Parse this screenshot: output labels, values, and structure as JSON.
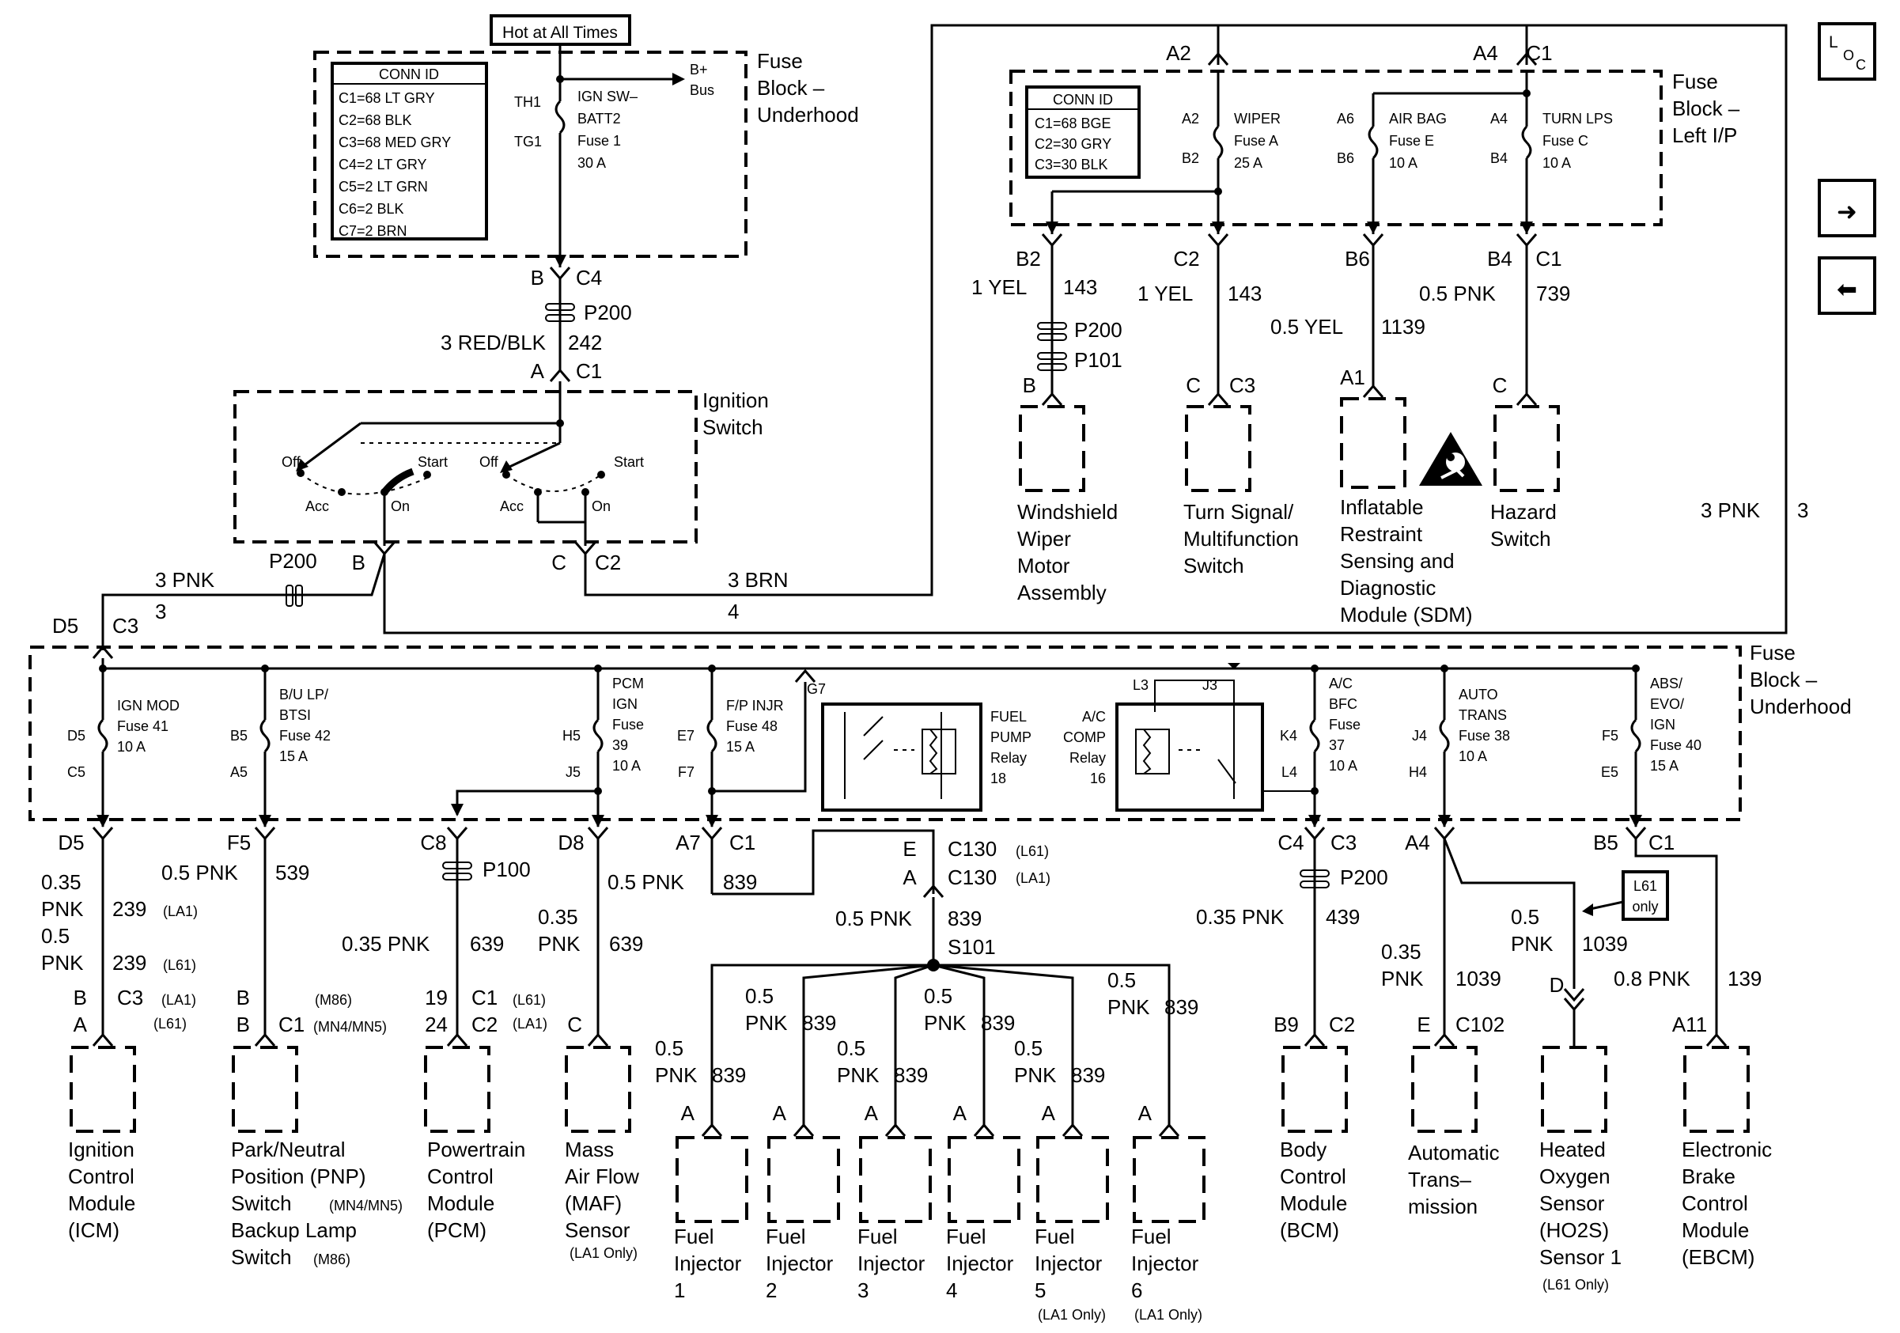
{
  "hot_label": "Hot at All Times",
  "fb_under_top": {
    "title": [
      "Fuse",
      "Block –",
      "Underhood"
    ],
    "conn_title": "CONN ID",
    "conn": [
      "C1=68 LT GRY",
      "C2=68 BLK",
      "C3=68 MED GRY",
      "C4=2 LT GRY",
      "C5=2 LT GRN",
      "C6=2 BLK",
      "C7=2 BRN"
    ],
    "th1": "TH1",
    "tg1": "TG1",
    "fuse": [
      "IGN SW–",
      "BATT2",
      "Fuse 1",
      "30 A"
    ],
    "bplus": [
      "B+",
      "Bus"
    ],
    "pin_b": "B",
    "conn_c4": "C4",
    "p200": "P200",
    "wire": "3 RED/BLK",
    "circuit": "242",
    "pin_a": "A",
    "conn_c1": "C1"
  },
  "ign_switch": {
    "title": [
      "Ignition",
      "Switch"
    ],
    "off": "Off",
    "start": "Start",
    "acc": "Acc",
    "on": "On",
    "pin_b": "B",
    "pin_c": "C",
    "conn_c2": "C2",
    "left_wire": "3 PNK",
    "left_circuit": "3",
    "p200": "P200",
    "brn_wire": "3 BRN",
    "brn_circuit": "4",
    "right_wire": "3 PNK",
    "right_circuit": "3"
  },
  "fb_ip": {
    "title": [
      "Fuse",
      "Block –",
      "Left I/P"
    ],
    "conn_title": "CONN ID",
    "conn": [
      "C1=68 BGE",
      "C2=30 GRY",
      "C3=30 BLK"
    ],
    "a2": "A2",
    "a4": "A4",
    "c1": "C1",
    "fuses": [
      {
        "top": "A2",
        "bottom": "B2",
        "lines": [
          "WIPER",
          "Fuse A",
          "25 A"
        ]
      },
      {
        "top": "A6",
        "bottom": "B6",
        "lines": [
          "AIR BAG",
          "Fuse E",
          "10 A"
        ]
      },
      {
        "top": "A4",
        "bottom": "B4",
        "lines": [
          "TURN LPS",
          "Fuse C",
          "10 A"
        ]
      }
    ]
  },
  "ip_loads": [
    {
      "pin": "B2",
      "wire": "1 YEL",
      "circuit": "143",
      "connectors": [
        "P200",
        "P101"
      ],
      "dpin": "B",
      "name": [
        "Windshield",
        "Wiper",
        "Motor",
        "Assembly"
      ]
    },
    {
      "pin": "C2",
      "wire": "1 YEL",
      "circuit": "143",
      "dpin": "C",
      "dconn": "C3",
      "name": [
        "Turn Signal/",
        "Multifunction",
        "Switch"
      ]
    },
    {
      "pin": "B6",
      "wire": "0.5 YEL",
      "circuit": "1139",
      "dpin": "A1",
      "name": [
        "Inflatable",
        "Restraint",
        "Sensing and",
        "Diagnostic",
        "Module (SDM)"
      ]
    },
    {
      "pin": "B4",
      "conn": "C1",
      "wire": "0.5 PNK",
      "circuit": "739",
      "dpin": "C",
      "name": [
        "Hazard",
        "Switch"
      ]
    }
  ],
  "fb_lower": {
    "title": [
      "Fuse",
      "Block –",
      "Underhood"
    ],
    "d5": "D5",
    "c3": "C3",
    "fuses": [
      {
        "top": "D5",
        "bottom": "C5",
        "lines": [
          "IGN MOD",
          "Fuse 41",
          "10 A"
        ]
      },
      {
        "top": "B5",
        "bottom": "A5",
        "lines": [
          "B/U LP/",
          "BTSI",
          "Fuse 42",
          "15 A"
        ]
      },
      {
        "top": "H5",
        "bottom": "J5",
        "lines": [
          "PCM",
          "IGN",
          "Fuse",
          "39",
          "10 A"
        ]
      },
      {
        "top": "E7",
        "bottom": "F7",
        "lines": [
          "F/P INJR",
          "Fuse 48",
          "15 A"
        ]
      },
      {
        "top": "K4",
        "bottom": "L4",
        "lines": [
          "A/C",
          "BFC",
          "Fuse",
          "37",
          "10 A"
        ]
      },
      {
        "top": "J4",
        "bottom": "H4",
        "lines": [
          "AUTO",
          "TRANS",
          "Fuse 38",
          "10 A"
        ]
      },
      {
        "top": "F5",
        "bottom": "E5",
        "lines": [
          "ABS/",
          "EVO/",
          "IGN",
          "Fuse 40",
          "15 A"
        ]
      }
    ],
    "fp_relay": {
      "pin": "G7",
      "lines": [
        "FUEL",
        "PUMP",
        "Relay",
        "18"
      ]
    },
    "ac_relay": {
      "pins": [
        "L3",
        "J3"
      ],
      "lines": [
        "A/C",
        "COMP",
        "Relay",
        "16"
      ]
    }
  },
  "lower_wires": {
    "icm": {
      "pin": "D5",
      "wire": [
        "0.35",
        "PNK",
        "0.5",
        "PNK"
      ],
      "circuit": [
        "239",
        "239"
      ],
      "opt": [
        "(LA1)",
        "(L61)"
      ],
      "dpins": [
        "B",
        "A"
      ],
      "dconn": "C3",
      "dopt": [
        "(LA1)",
        "(L61)"
      ]
    },
    "pnp": {
      "pin": "F5",
      "wire": "0.5 PNK",
      "circuit": "539",
      "dpins": [
        "B",
        "B"
      ],
      "dconn": "C1",
      "dopt": [
        "(M86)",
        "(MN4/MN5)"
      ]
    },
    "pcm": {
      "pin": "C8",
      "conn": "P100",
      "wire": "0.35 PNK",
      "circuit": "639",
      "dpins": [
        "19",
        "24"
      ],
      "dconn": [
        "C1",
        "C2"
      ],
      "dopt": [
        "(L61)",
        "(LA1)"
      ]
    },
    "maf": {
      "pin": "D8",
      "wire": [
        "0.35",
        "PNK"
      ],
      "circuit": "639",
      "dpin": "C"
    },
    "inj": {
      "pin": "A7",
      "conn": "C1",
      "wire": "0.5 PNK",
      "circuit": "839",
      "e": "E",
      "a": "A",
      "c130a": "C130",
      "c130a_opt": "(L61)",
      "c130b": "C130",
      "c130b_opt": "(LA1)",
      "wire2": "0.5 PNK",
      "circuit2": "839",
      "splice": "S101",
      "branch_wire": [
        "0.5",
        "PNK"
      ],
      "branch_circuit": "839",
      "dpin": "A"
    },
    "bcm": {
      "pin": "C4",
      "conn": "C3",
      "p200": "P200",
      "wire": "0.35 PNK",
      "circuit": "439",
      "dpin": "B9",
      "dconn": "C2"
    },
    "trans": {
      "pin": "A4",
      "wire": [
        "0.35",
        "PNK"
      ],
      "circuit": "1039",
      "dpin": "E",
      "dconn": "C102"
    },
    "ho2s": {
      "wire": [
        "0.5",
        "PNK"
      ],
      "circuit": "1039",
      "dpin": "D",
      "opt": [
        "L61",
        "only"
      ]
    },
    "ebcm": {
      "pin": "B5",
      "conn": "C1",
      "wire": "0.8 PNK",
      "circuit": "139",
      "dpin": "A11"
    }
  },
  "lower_loads": {
    "icm": [
      "Ignition",
      "Control",
      "Module",
      "(ICM)"
    ],
    "pnp": [
      "Park/Neutral",
      "Position (PNP)",
      "Switch",
      "(MN4/MN5)",
      "Backup Lamp",
      "Switch",
      "(M86)"
    ],
    "pcm": [
      "Powertrain",
      "Control",
      "Module",
      "(PCM)"
    ],
    "maf": [
      "Mass",
      "Air Flow",
      "(MAF)",
      "Sensor",
      "(LA1 Only)"
    ],
    "injectors": [
      {
        "name": [
          "Fuel",
          "Injector",
          "1"
        ]
      },
      {
        "name": [
          "Fuel",
          "Injector",
          "2"
        ]
      },
      {
        "name": [
          "Fuel",
          "Injector",
          "3"
        ]
      },
      {
        "name": [
          "Fuel",
          "Injector",
          "4"
        ]
      },
      {
        "name": [
          "Fuel",
          "Injector",
          "5"
        ],
        "opt": "(LA1 Only)"
      },
      {
        "name": [
          "Fuel",
          "Injector",
          "6"
        ],
        "opt": "(LA1 Only)"
      }
    ],
    "bcm": [
      "Body",
      "Control",
      "Module",
      "(BCM)"
    ],
    "trans": [
      "Automatic",
      "Trans–",
      "mission"
    ],
    "ho2s": [
      "Heated",
      "Oxygen",
      "Sensor",
      "(HO2S)",
      "Sensor 1",
      "(L61 Only)"
    ],
    "ebcm": [
      "Electronic",
      "Brake",
      "Control",
      "Module",
      "(EBCM)"
    ]
  },
  "nav": {
    "loc_l": "L",
    "loc_o": "O",
    "loc_c": "C",
    "next": "➜",
    "prev": "⬅"
  }
}
